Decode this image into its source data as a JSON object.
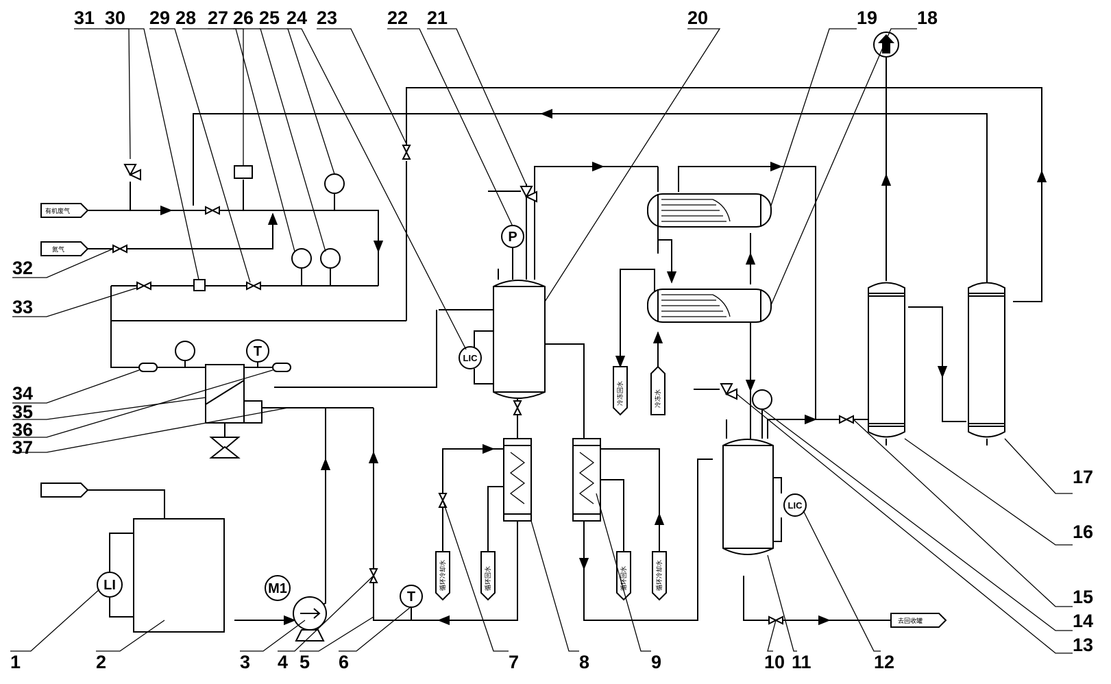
{
  "callouts": {
    "n1": "1",
    "n2": "2",
    "n3": "3",
    "n4": "4",
    "n5": "5",
    "n6": "6",
    "n7": "7",
    "n8": "8",
    "n9": "9",
    "n10": "10",
    "n11": "11",
    "n12": "12",
    "n13": "13",
    "n14": "14",
    "n15": "15",
    "n16": "16",
    "n17": "17",
    "n18": "18",
    "n19": "19",
    "n20": "20",
    "n21": "21",
    "n22": "22",
    "n23": "23",
    "n24": "24",
    "n25": "25",
    "n26": "26",
    "n27": "27",
    "n28": "28",
    "n29": "29",
    "n30": "30",
    "n31": "31",
    "n32": "32",
    "n33": "33",
    "n34": "34",
    "n35": "35",
    "n36": "36",
    "n37": "37"
  },
  "instruments": {
    "li": "LI",
    "motor": "M1",
    "temp_low": "T",
    "temp_heat": "T",
    "pressure": "P",
    "lic_reactor": "LIC",
    "lic_receiver": "LIC"
  },
  "streams": {
    "organic_waste_gas": "有机废气",
    "nitrogen": "氮气",
    "chilled_supply_a": "循环冷却水",
    "chilled_return_a": "循环回水",
    "chilled_return_b": "循环回水",
    "chilled_supply_b": "循环冷却水",
    "cold_return": "冷冻回水",
    "cold_supply": "冷冻水",
    "recovered_solvent": "去回收罐"
  },
  "icons": {
    "vent": "up-arrow-vent-icon",
    "valve": "valve-icon",
    "safety_valve": "safety-valve-icon",
    "check_valve": "check-valve-icon",
    "filter": "filter-icon"
  }
}
